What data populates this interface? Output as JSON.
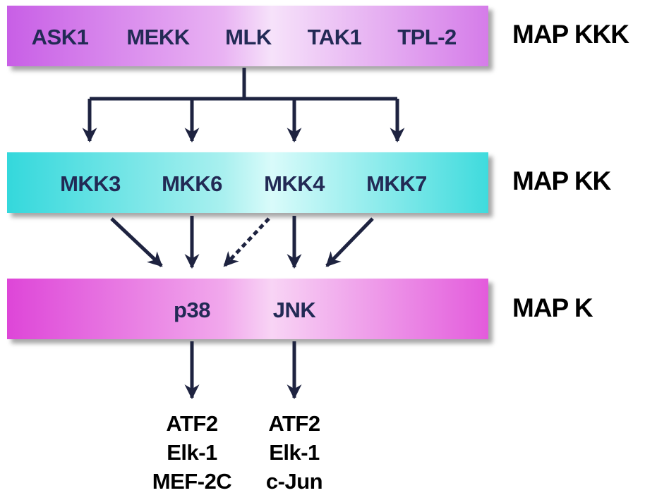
{
  "map_kkk": {
    "level_label": "MAP KKK",
    "items": [
      "ASK1",
      "MEKK",
      "MLK",
      "TAK1",
      "TPL-2"
    ]
  },
  "map_kk": {
    "level_label": "MAP KK",
    "items": [
      "MKK3",
      "MKK6",
      "MKK4",
      "MKK7"
    ]
  },
  "map_k": {
    "level_label": "MAP K",
    "items": [
      "p38",
      "JNK"
    ]
  },
  "targets": {
    "p38": [
      "ATF2",
      "Elk-1",
      "MEF-2C"
    ],
    "jnk": [
      "ATF2",
      "Elk-1",
      "c-Jun"
    ]
  },
  "colors": {
    "arrow": "#1e2340",
    "kkk_band": "#c85fe6",
    "kk_band": "#34d8dc",
    "k_band": "#de46d8",
    "band_text": "#222a55"
  }
}
